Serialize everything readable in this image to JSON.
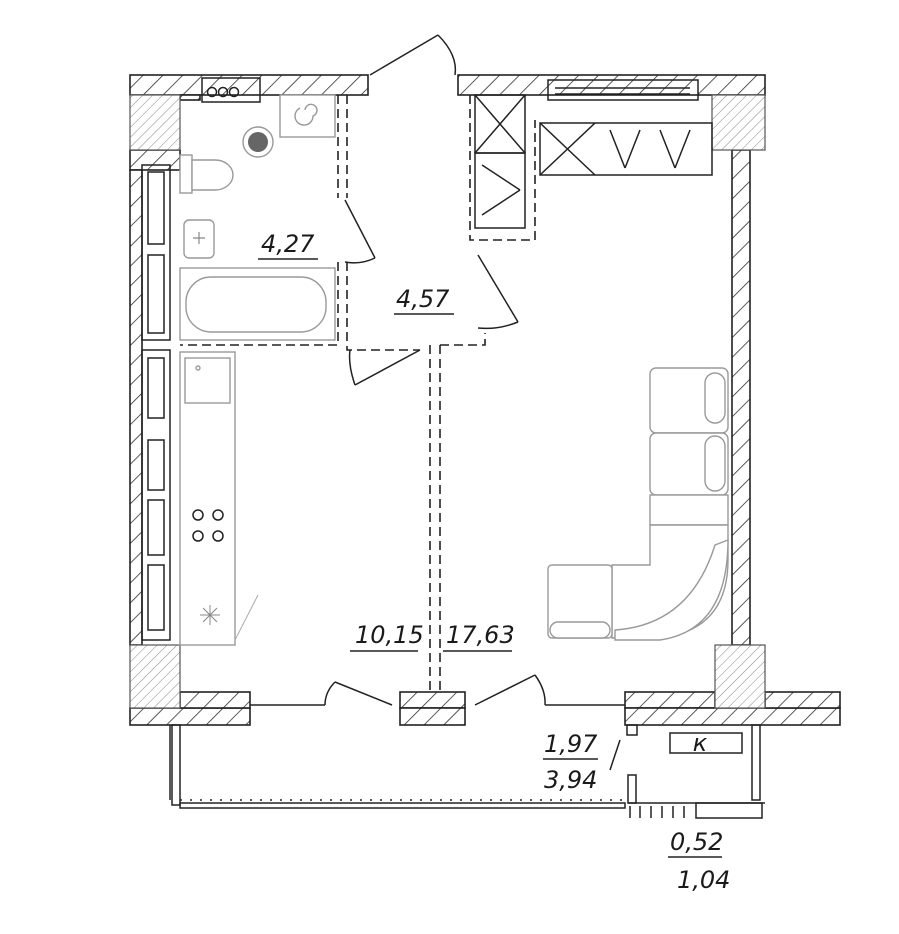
{
  "rooms": [
    {
      "name": "bathroom",
      "area": "4,27"
    },
    {
      "name": "hallway",
      "area": "4,57"
    },
    {
      "name": "kitchen",
      "area": "10,15"
    },
    {
      "name": "living-room",
      "area": "17,63"
    }
  ],
  "loggia": {
    "area": "1,97",
    "area_full": "3,94"
  },
  "balcony": {
    "area": "0,52",
    "area_full": "1,04"
  },
  "ac_unit_label": "к",
  "colors": {
    "line": "#222222",
    "fixture": "#999999",
    "toilet_drain": "#666666"
  }
}
